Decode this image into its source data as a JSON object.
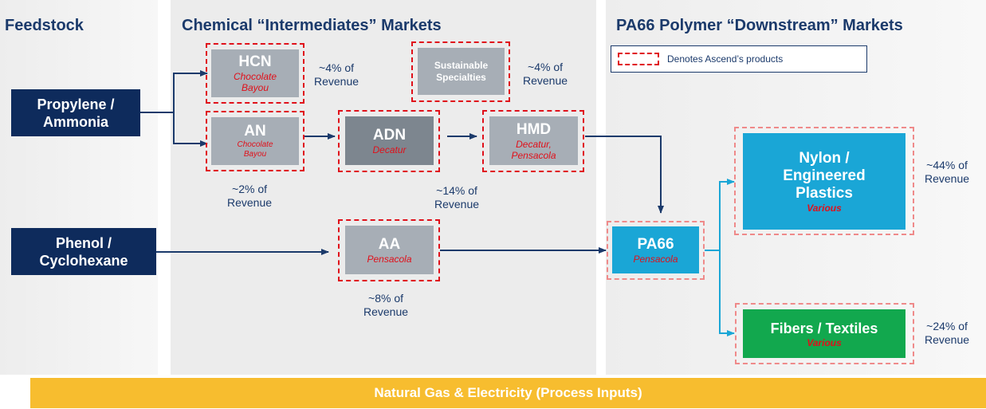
{
  "sections": {
    "feedstock": "Feedstock",
    "intermediates": "Chemical “Intermediates” Markets",
    "downstream": "PA66 Polymer “Downstream” Markets"
  },
  "legend": {
    "label": "Denotes Ascend’s products"
  },
  "feedstocks": {
    "propylene": {
      "line1": "Propylene /",
      "line2": "Ammonia"
    },
    "phenol": {
      "line1": "Phenol /",
      "line2": "Cyclohexane"
    }
  },
  "products": {
    "hcn": {
      "name": "HCN",
      "loc1": "Chocolate",
      "loc2": "Bayou",
      "rev1": "~4% of",
      "rev2": "Revenue"
    },
    "specialties": {
      "line1": "Sustainable",
      "line2": "Specialties",
      "rev1": "~4% of",
      "rev2": "Revenue"
    },
    "an": {
      "name": "AN",
      "loc1": "Chocolate",
      "loc2": "Bayou",
      "rev1": "~2% of",
      "rev2": "Revenue"
    },
    "adn": {
      "name": "ADN",
      "loc1": "Decatur",
      "rev1": "~14% of",
      "rev2": "Revenue"
    },
    "hmd": {
      "name": "HMD",
      "loc1": "Decatur,",
      "loc2": "Pensacola"
    },
    "aa": {
      "name": "AA",
      "loc1": "Pensacola",
      "rev1": "~8% of",
      "rev2": "Revenue"
    },
    "pa66": {
      "name": "PA66",
      "loc1": "Pensacola"
    },
    "nylon": {
      "line1": "Nylon /",
      "line2": "Engineered",
      "line3": "Plastics",
      "loc1": "Various",
      "rev1": "~44% of",
      "rev2": "Revenue"
    },
    "fibers": {
      "name": "Fibers / Textiles",
      "loc1": "Various",
      "rev1": "~24% of",
      "rev2": "Revenue"
    }
  },
  "footer": {
    "label": "Natural Gas & Electricity (Process Inputs)"
  },
  "colors": {
    "navy": "#0e2b5c",
    "title": "#1b3a6b",
    "accent_red": "#e0101a",
    "grey_box": "#a7aeb6",
    "blue_box": "#1aa6d6",
    "green_box": "#12a84e",
    "footer": "#f7bd2f"
  }
}
